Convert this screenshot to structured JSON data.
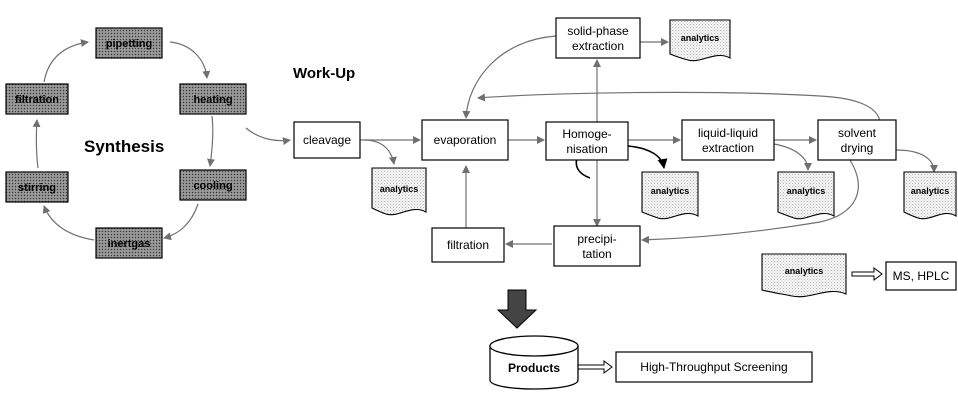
{
  "headings": {
    "synthesis": "Synthesis",
    "workup": "Work-Up"
  },
  "synthesis_cycle": [
    "pipetting",
    "heating",
    "cooling",
    "inertgas",
    "stirring",
    "filtration"
  ],
  "workup": {
    "cleavage": "cleavage",
    "evaporation": "evaporation",
    "solid_phase": [
      "solid-phase",
      "extraction"
    ],
    "homogenisation": [
      "Homoge-",
      "nisation"
    ],
    "liquid_liquid": [
      "liquid-liquid",
      "extraction"
    ],
    "solvent_drying": [
      "solvent",
      "drying"
    ],
    "precipitation": [
      "precipi-",
      "tation"
    ],
    "filtration": "filtration"
  },
  "analytics_label": "analytics",
  "legend": {
    "analytics": "analytics",
    "ms_hplc": "MS, HPLC"
  },
  "output": {
    "products": "Products",
    "screening": "High-Throughput Screening"
  }
}
